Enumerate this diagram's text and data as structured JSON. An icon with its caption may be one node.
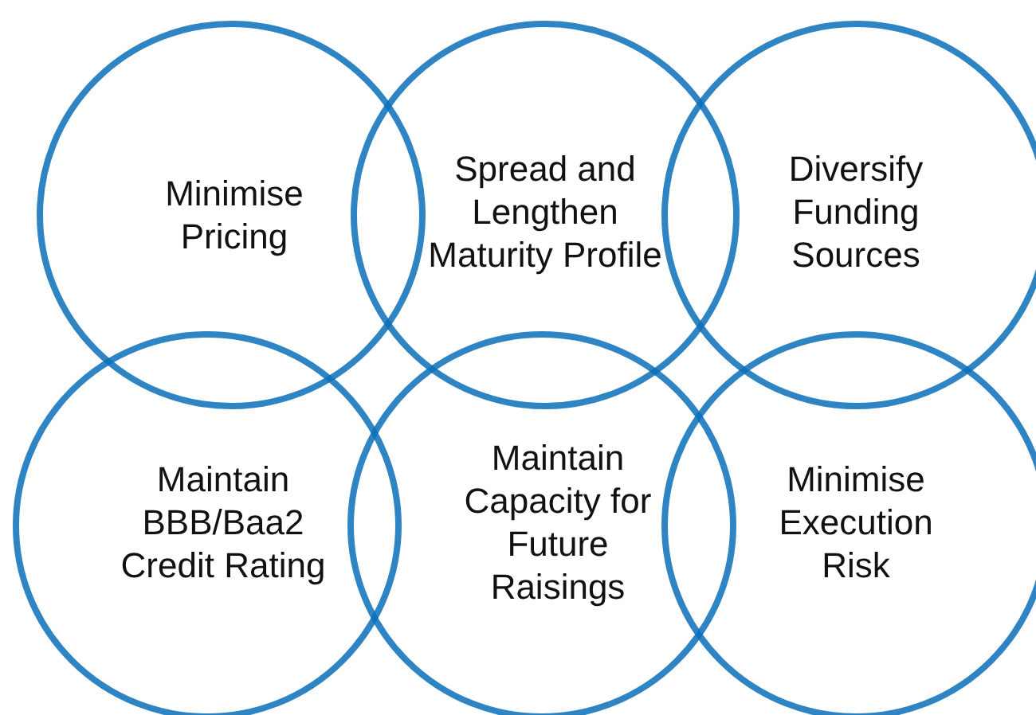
{
  "diagram": {
    "nodes": [
      {
        "text": [
          "Minimise Pricing"
        ]
      },
      {
        "text": [
          "Spread and Lengthen Maturity Profile"
        ]
      },
      {
        "text": [
          "Diversify Funding Sources"
        ]
      },
      {
        "text": [
          "Maintain BBB/Baa2 Credit Rating"
        ]
      },
      {
        "text": [
          "Maintain Capacity for Future Raisings"
        ]
      },
      {
        "text": [
          "Minimise Execution Risk"
        ]
      }
    ]
  }
}
